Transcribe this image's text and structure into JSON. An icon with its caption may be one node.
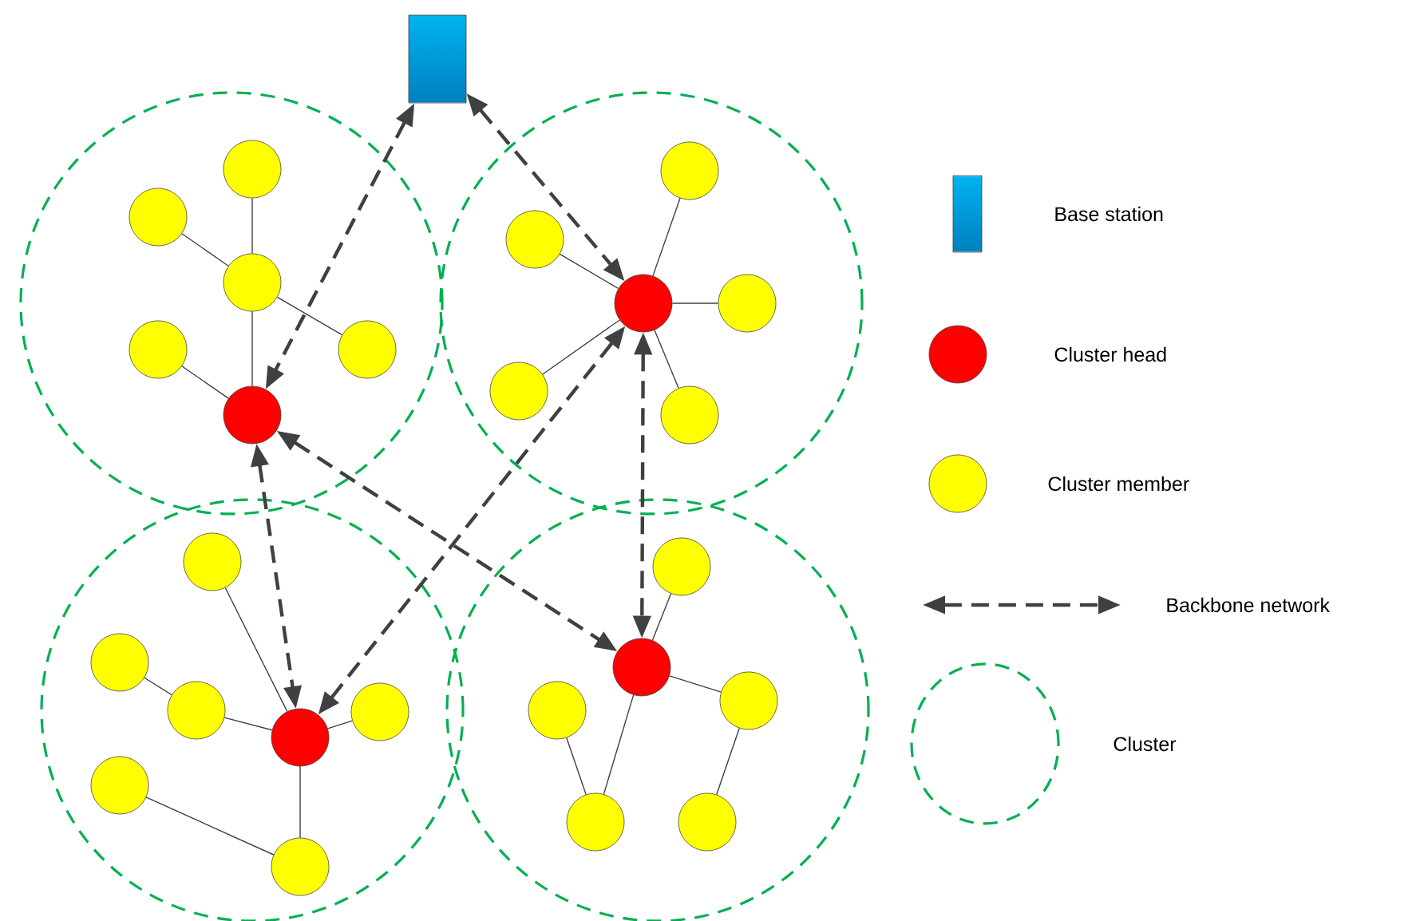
{
  "diagram": {
    "nodes": [
      {
        "text": [],
        "shape": "box"
      },
      {
        "text": [],
        "shape": "circle"
      },
      {
        "text": [],
        "shape": "circle"
      },
      {
        "text": [],
        "shape": "circle"
      },
      {
        "text": [],
        "shape": "circle"
      },
      {
        "text": [],
        "shape": "circle"
      },
      {
        "text": [],
        "shape": "circle"
      },
      {
        "text": [],
        "shape": "circle"
      },
      {
        "text": [],
        "shape": "circle"
      },
      {
        "text": [],
        "shape": "circle"
      },
      {
        "text": [],
        "shape": "circle"
      },
      {
        "text": [],
        "shape": "circle"
      },
      {
        "text": [],
        "shape": "circle"
      },
      {
        "text": [],
        "shape": "circle"
      },
      {
        "text": [],
        "shape": "circle"
      },
      {
        "text": [],
        "shape": "circle"
      },
      {
        "text": [],
        "shape": "circle"
      },
      {
        "text": [],
        "shape": "circle"
      },
      {
        "text": [],
        "shape": "circle"
      },
      {
        "text": [],
        "shape": "circle"
      },
      {
        "text": [],
        "shape": "circle"
      },
      {
        "text": [],
        "shape": "circle"
      },
      {
        "text": [],
        "shape": "circle"
      },
      {
        "text": [],
        "shape": "circle"
      },
      {
        "text": [],
        "shape": "circle"
      },
      {
        "text": [],
        "shape": "circle"
      }
    ],
    "edges": [
      {
        "from": 1,
        "to": 3,
        "arrow": "none"
      },
      {
        "from": 3,
        "to": 6,
        "arrow": "none"
      },
      {
        "from": 2,
        "to": 3,
        "arrow": "none"
      },
      {
        "from": 3,
        "to": 5,
        "arrow": "none"
      },
      {
        "from": 4,
        "to": 6,
        "arrow": "none"
      },
      {
        "from": 9,
        "to": 7,
        "arrow": "none"
      },
      {
        "from": 9,
        "to": 8,
        "arrow": "none"
      },
      {
        "from": 9,
        "to": 10,
        "arrow": "none"
      },
      {
        "from": 9,
        "to": 11,
        "arrow": "none"
      },
      {
        "from": 9,
        "to": 12,
        "arrow": "none"
      },
      {
        "from": 13,
        "to": 17,
        "arrow": "none"
      },
      {
        "from": 14,
        "to": 16,
        "arrow": "none"
      },
      {
        "from": 16,
        "to": 17,
        "arrow": "none"
      },
      {
        "from": 15,
        "to": 17,
        "arrow": "none"
      },
      {
        "from": 17,
        "to": 19,
        "arrow": "none"
      },
      {
        "from": 18,
        "to": 19,
        "arrow": "none"
      },
      {
        "from": 20,
        "to": 21,
        "arrow": "none"
      },
      {
        "from": 21,
        "to": 22,
        "arrow": "none"
      },
      {
        "from": 21,
        "to": 24,
        "arrow": "none"
      },
      {
        "from": 23,
        "to": 24,
        "arrow": "none"
      },
      {
        "from": 22,
        "to": 25,
        "arrow": "none"
      },
      {
        "from": 0,
        "to": 6,
        "arrow": "both",
        "style": "dashed"
      },
      {
        "from": 0,
        "to": 9,
        "arrow": "both",
        "style": "dashed"
      },
      {
        "from": 6,
        "to": 17,
        "arrow": "both",
        "style": "dashed"
      },
      {
        "from": 6,
        "to": 21,
        "arrow": "both",
        "style": "dashed"
      },
      {
        "from": 17,
        "to": 9,
        "arrow": "both",
        "style": "dashed"
      },
      {
        "from": 9,
        "to": 21,
        "arrow": "both",
        "style": "dashed"
      }
    ],
    "legend": [
      {
        "text": "Base station"
      },
      {
        "text": "Cluster head"
      },
      {
        "text": "Cluster member"
      },
      {
        "text": "Backbone network"
      },
      {
        "text": "Cluster"
      }
    ]
  }
}
